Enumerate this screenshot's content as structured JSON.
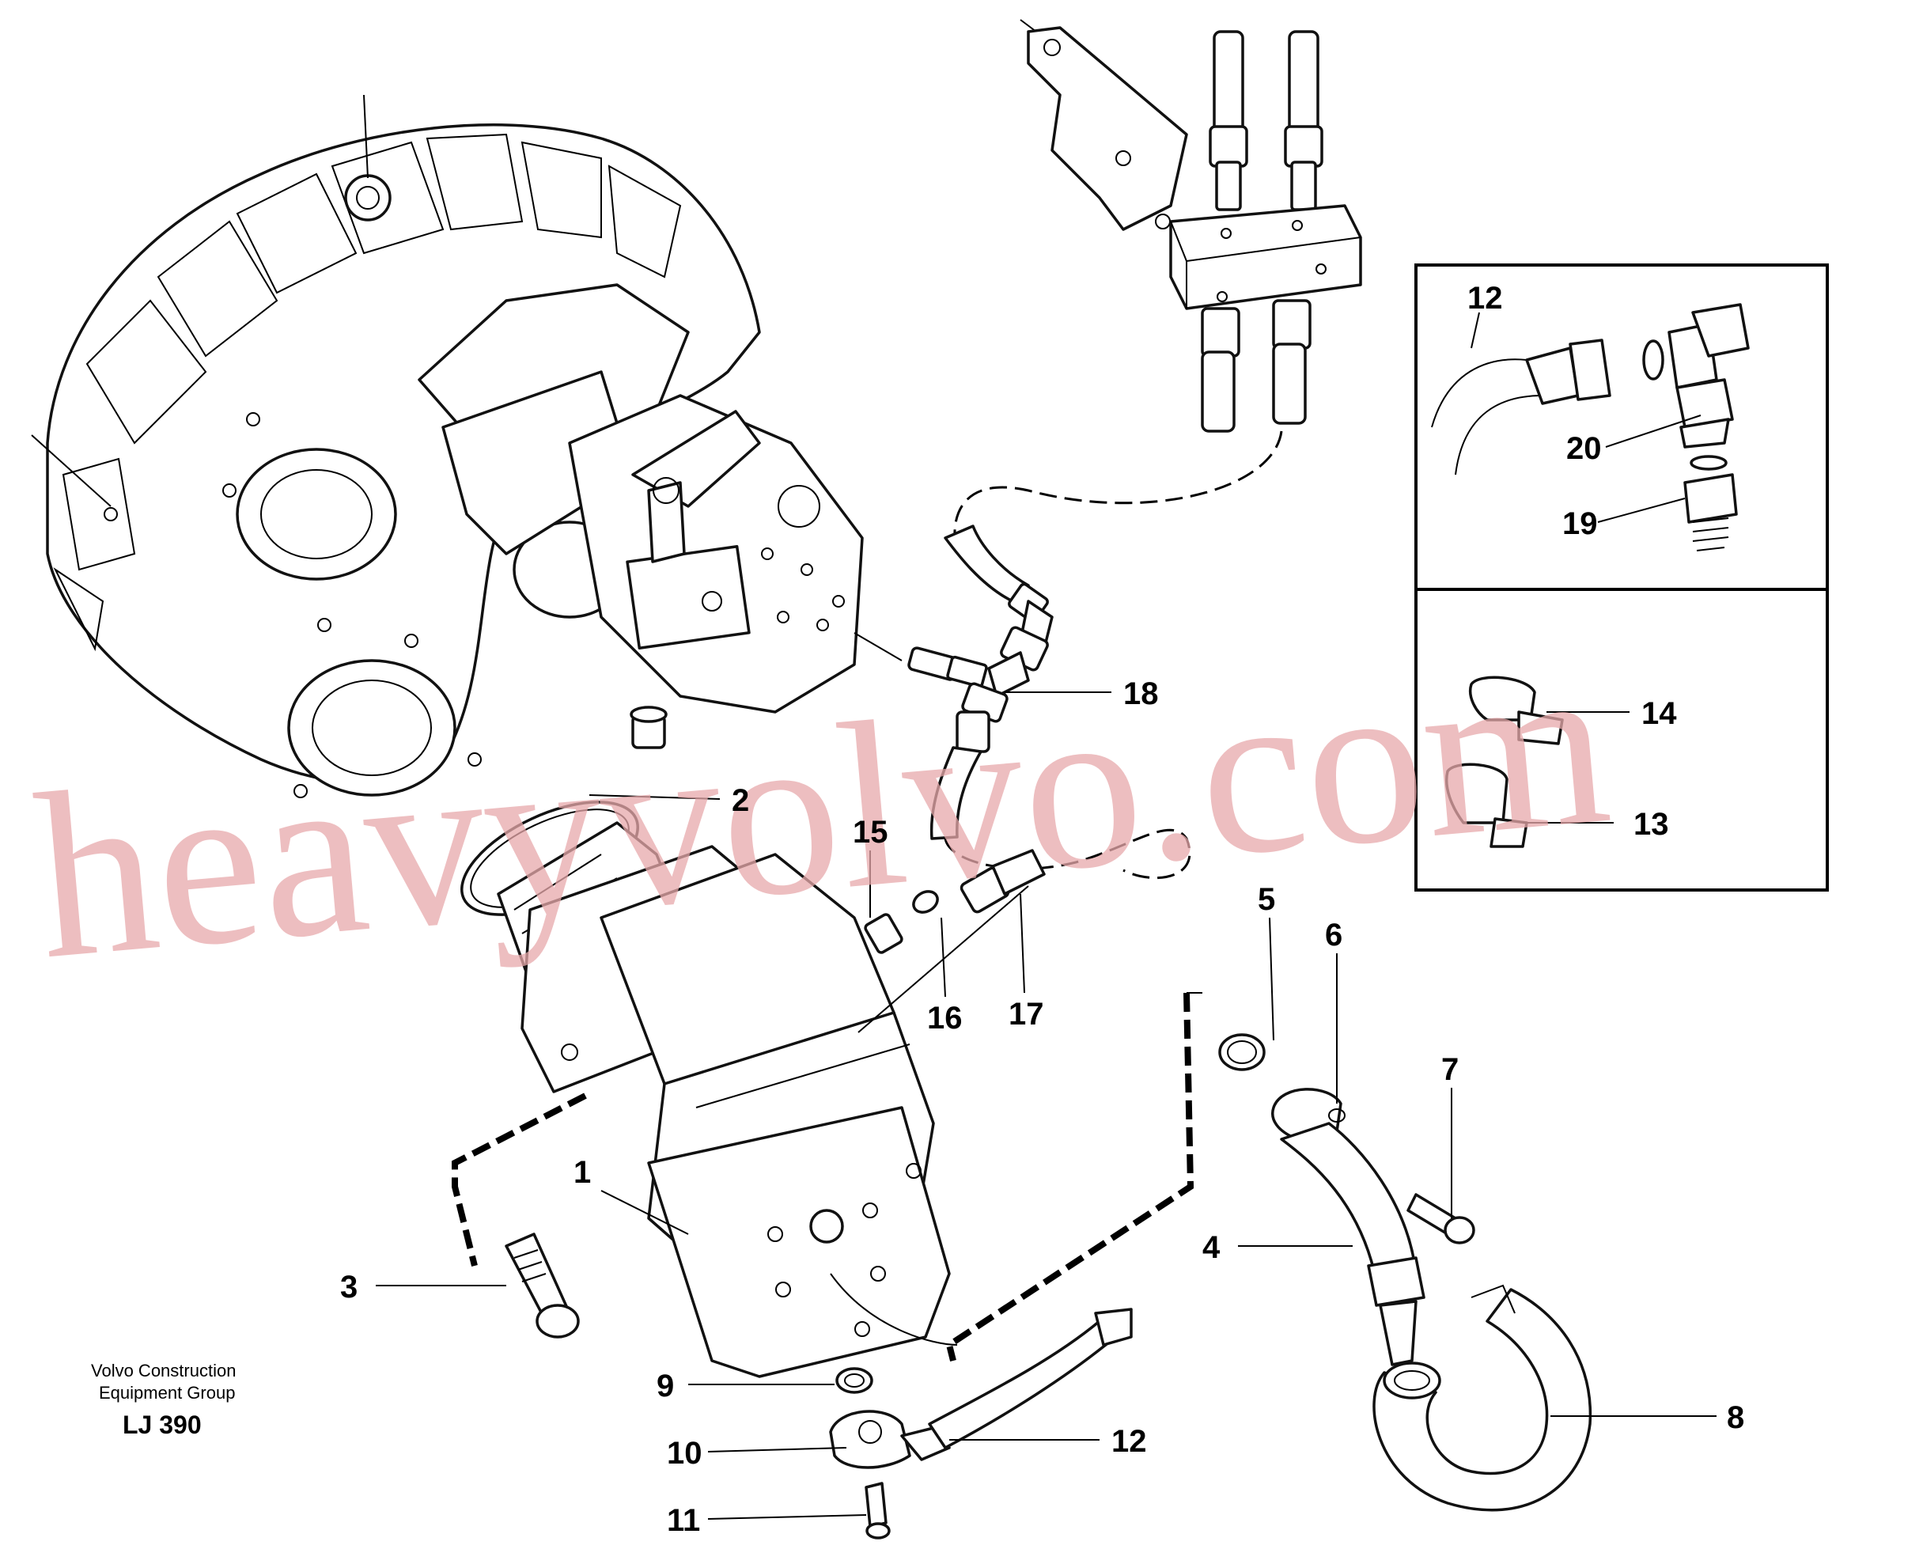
{
  "callouts": [
    {
      "id": "c1",
      "text": "1"
    },
    {
      "id": "c2",
      "text": "2"
    },
    {
      "id": "c3",
      "text": "3"
    },
    {
      "id": "c4",
      "text": "4"
    },
    {
      "id": "c5",
      "text": "5"
    },
    {
      "id": "c6",
      "text": "6"
    },
    {
      "id": "c7",
      "text": "7"
    },
    {
      "id": "c8",
      "text": "8"
    },
    {
      "id": "c9",
      "text": "9"
    },
    {
      "id": "c10",
      "text": "10"
    },
    {
      "id": "c11",
      "text": "11"
    },
    {
      "id": "c12",
      "text": "12"
    },
    {
      "id": "c15",
      "text": "15"
    },
    {
      "id": "c16",
      "text": "16"
    },
    {
      "id": "c17",
      "text": "17"
    },
    {
      "id": "c18",
      "text": "18"
    }
  ],
  "inset_top": {
    "callouts": [
      {
        "id": "i12",
        "text": "12"
      },
      {
        "id": "i20",
        "text": "20"
      },
      {
        "id": "i19",
        "text": "19"
      }
    ]
  },
  "inset_bottom": {
    "callouts": [
      {
        "id": "i14",
        "text": "14"
      },
      {
        "id": "i13",
        "text": "13"
      }
    ]
  },
  "credit": {
    "line1": "Volvo Construction",
    "line2": "Equipment Group",
    "code": "LJ 390"
  },
  "watermark": "heavyvolvo.com",
  "colors": {
    "line": "#000000",
    "watermark": "#e8a9ab",
    "background": "#ffffff"
  }
}
